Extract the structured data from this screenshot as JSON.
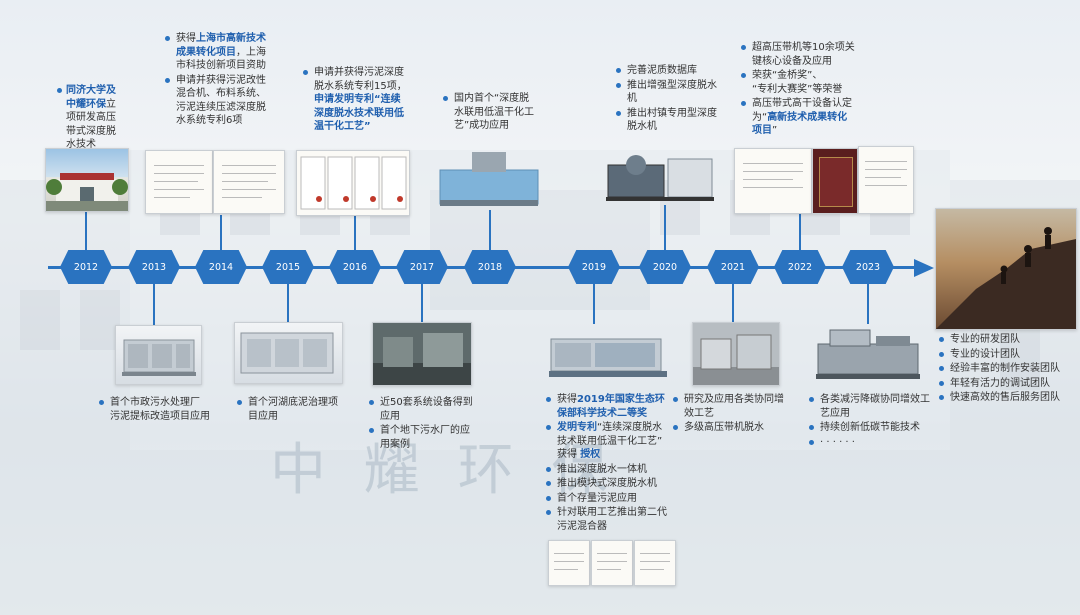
{
  "watermark": "中 耀 环 保",
  "timeline": {
    "years": [
      "2012",
      "2013",
      "2014",
      "2015",
      "2016",
      "2017",
      "2018",
      "2019",
      "2020",
      "2021",
      "2022",
      "2023"
    ]
  },
  "entries": {
    "e2012": {
      "t1": "同济大学及",
      "t2": "中耀环保",
      "t3": "立",
      "t4": "项研发高压",
      "t5": "带式深度脱",
      "t6": "水技术"
    },
    "e2013": {
      "line1": "首个市政污水处理厂",
      "line2": "污泥提标改造项目应用"
    },
    "e2014": {
      "a1": "获得",
      "a2": "上海市高新技术",
      "a3": "成果转化项目",
      "a4": "，上海",
      "a5": "市科技创新项目资助",
      "b1": "申请并获得污泥改性",
      "b2": "混合机、布料系统、",
      "b3": "污泥连续压滤深度脱",
      "b4": "水系统专利6项"
    },
    "e2015": {
      "line1": "首个河湖底泥治理项",
      "line2": "目应用"
    },
    "e2016": {
      "l1": "申请并获得污泥深度",
      "l2": "脱水系统专利15项，",
      "l3": "申请发明专利“连续",
      "l4": "深度脱水技术联用低",
      "l5": "温干化工艺”"
    },
    "e2017": {
      "a1": "近50套系统设备得到",
      "a2": "应用",
      "b1": "首个地下污水厂的应",
      "b2": "用案例"
    },
    "e2018": {
      "l1": "国内首个“深度脱",
      "l2": "水联用低温干化工",
      "l3": "艺”成功应用"
    },
    "e2019": {
      "a1": "获得",
      "a2": "2019年国家生态环",
      "a3": "保部科学技术二等奖",
      "b1": "发明专利",
      "b2": "“连续深度脱水",
      "b3": "技术联用低温干化工艺”",
      "b4": "获得 ",
      "b5": "授权",
      "c": "推出深度脱水一体机",
      "d": "推出模块式深度脱水机",
      "e": "首个存量污泥应用",
      "f1": "针对联用工艺推出第二代",
      "f2": "污泥混合器"
    },
    "e2020": {
      "a": "完善泥质数据库",
      "b1": "推出增强型深度脱水",
      "b2": "机",
      "c1": "推出村镇专用型深度",
      "c2": "脱水机"
    },
    "e2021": {
      "a1": "研究及应用各类协同增",
      "a2": "效工艺",
      "b": "多级高压带机脱水"
    },
    "e2022": {
      "a1": "超高压带机等10余项关",
      "a2": "键核心设备及应用",
      "b1": "荣获“金桥奖”、",
      "b2": "“专利大赛奖”等荣誉",
      "c1": "高压带式高干设备认定",
      "c2": "为“",
      "c3": "高新技术成果转化",
      "c4": "项目",
      "c5": "”"
    },
    "e2023": {
      "a1": "各类减污降碳协同增效工",
      "a2": "艺应用",
      "b": "持续创新低碳节能技术",
      "c": "· · · · · ·"
    },
    "team": [
      "专业的研发团队",
      "专业的设计团队",
      "经验丰富的制作安装团队",
      "年轻有活力的调试团队",
      "快速高效的售后服务团队"
    ]
  }
}
